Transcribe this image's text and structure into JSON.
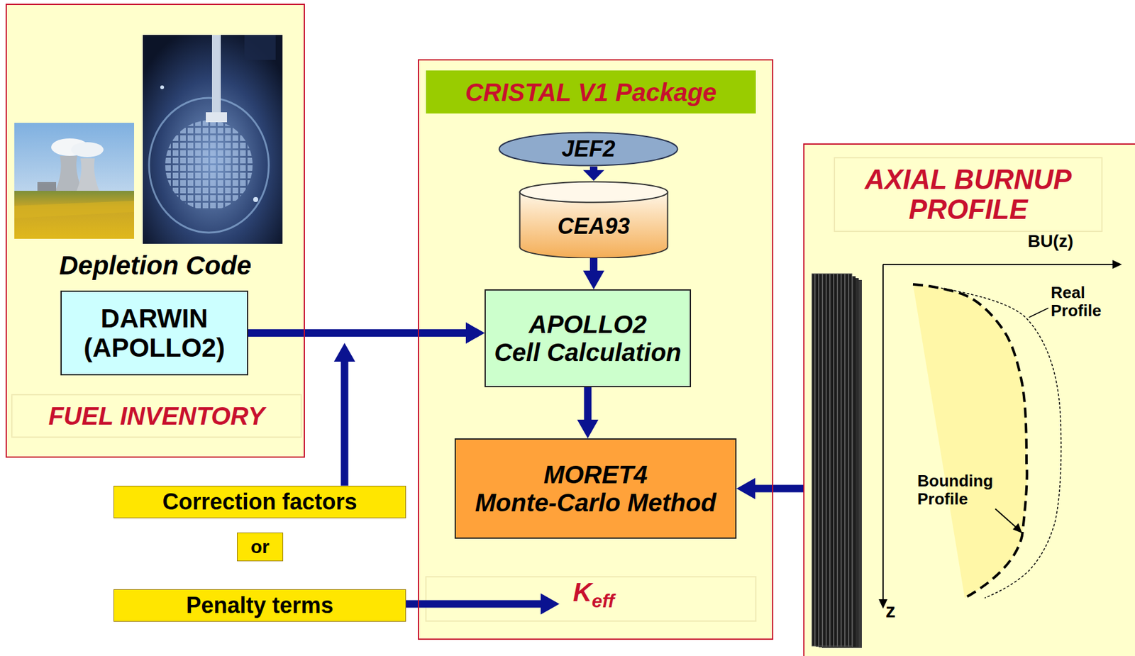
{
  "diagram": {
    "nodes": [
      {
        "text": [
          "Depletion Code",
          "FUEL INVENTORY"
        ]
      },
      {
        "text": [
          "DARWIN (APOLLO2)"
        ],
        "in": 0
      },
      {
        "text": [
          "CRISTAL V1 Package"
        ]
      },
      {
        "text": [
          "JEF2"
        ],
        "in": 2
      },
      {
        "text": [
          "CEA93"
        ],
        "in": 2
      },
      {
        "text": [
          "APOLLO2",
          "Cell Calculation"
        ],
        "in": 2
      },
      {
        "text": [
          "MORET4",
          "Monte-Carlo Method"
        ],
        "in": 2
      },
      {
        "text": [
          "K",
          "eff"
        ],
        "in": 2
      },
      {
        "text": [
          "AXIAL BURNUP PROFILE"
        ]
      },
      {
        "text": [
          "Correction factors"
        ]
      },
      {
        "text": [
          "or"
        ]
      },
      {
        "text": [
          "Penalty terms"
        ]
      }
    ],
    "edges": [
      {
        "from": 1,
        "to": 5,
        "arrow": "to"
      },
      {
        "from": 9,
        "to": 5,
        "arrow": "to"
      },
      {
        "from": 11,
        "to": 7,
        "arrow": "to"
      },
      {
        "from": 3,
        "to": 4,
        "arrow": "to"
      },
      {
        "from": 4,
        "to": 5,
        "arrow": "to"
      },
      {
        "from": 5,
        "to": 6,
        "arrow": "to"
      },
      {
        "from": 8,
        "to": 6,
        "arrow": "to"
      }
    ],
    "labels": [
      "BU(z)",
      "Real Profile",
      "Bounding Profile",
      "z"
    ]
  }
}
